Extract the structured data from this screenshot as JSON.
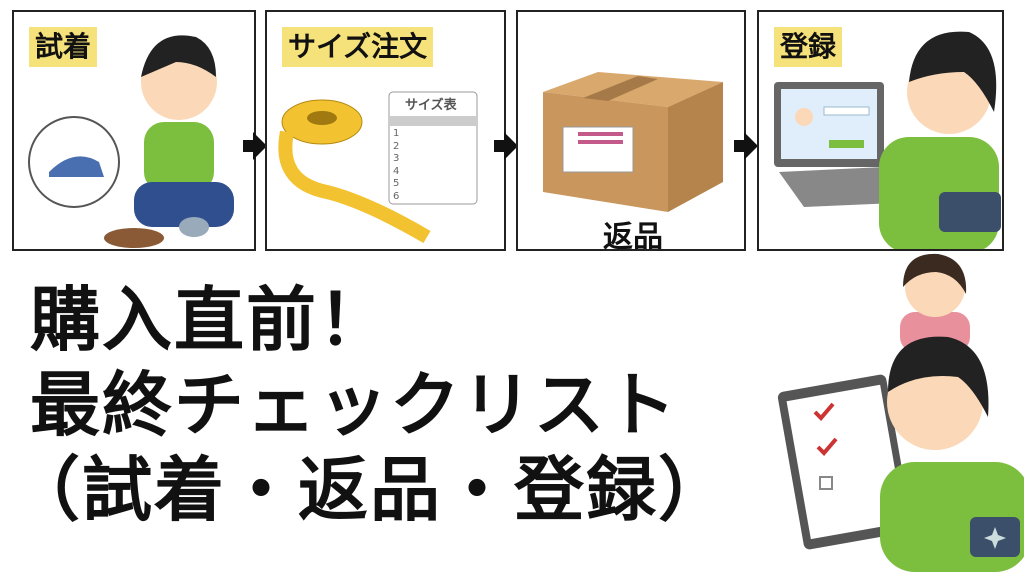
{
  "steps": [
    {
      "label": "試着"
    },
    {
      "label": "サイズ注文",
      "chart_label": "サイズ表",
      "rows": [
        "1",
        "2",
        "3",
        "4",
        "5",
        "6"
      ]
    },
    {
      "label": "返品"
    },
    {
      "label": "登録"
    }
  ],
  "title": {
    "line1": "購入直前！",
    "line2": "最終チェックリスト",
    "line3": "（試着・返品・登録）"
  },
  "colors": {
    "tag": "#f6e27a",
    "shirt": "#7cbf3f",
    "box": "#c9975d"
  }
}
